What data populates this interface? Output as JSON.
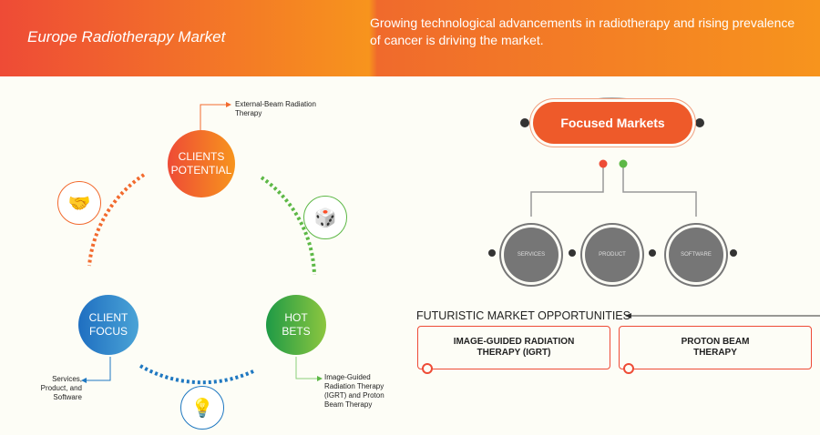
{
  "header": {
    "title": "Europe Radiotherapy Market",
    "tagline": "Growing technological advancements in radiotherapy and rising prevalence of cancer is driving the market."
  },
  "cycle": {
    "clients_potential": {
      "line1": "CLIENTS",
      "line2": "POTENTIAL",
      "note": "External-Beam Radiation Therapy"
    },
    "hot_bets": {
      "line1": "HOT",
      "line2": "BETS",
      "note": "Image-Guided Radiation Therapy (IGRT) and Proton Beam Therapy"
    },
    "client_focus": {
      "line1": "CLIENT",
      "line2": "FOCUS",
      "note": "Services, Product, and Software"
    }
  },
  "focused": {
    "title": "Focused Markets",
    "items": [
      "SERVICES",
      "PRODUCT",
      "SOFTWARE"
    ]
  },
  "opportunities": {
    "title": "FUTURISTIC MARKET OPPORTUNITIES",
    "items": [
      "IMAGE-GUIDED RADIATION THERAPY (IGRT)",
      "PROTON BEAM THERAPY"
    ]
  }
}
